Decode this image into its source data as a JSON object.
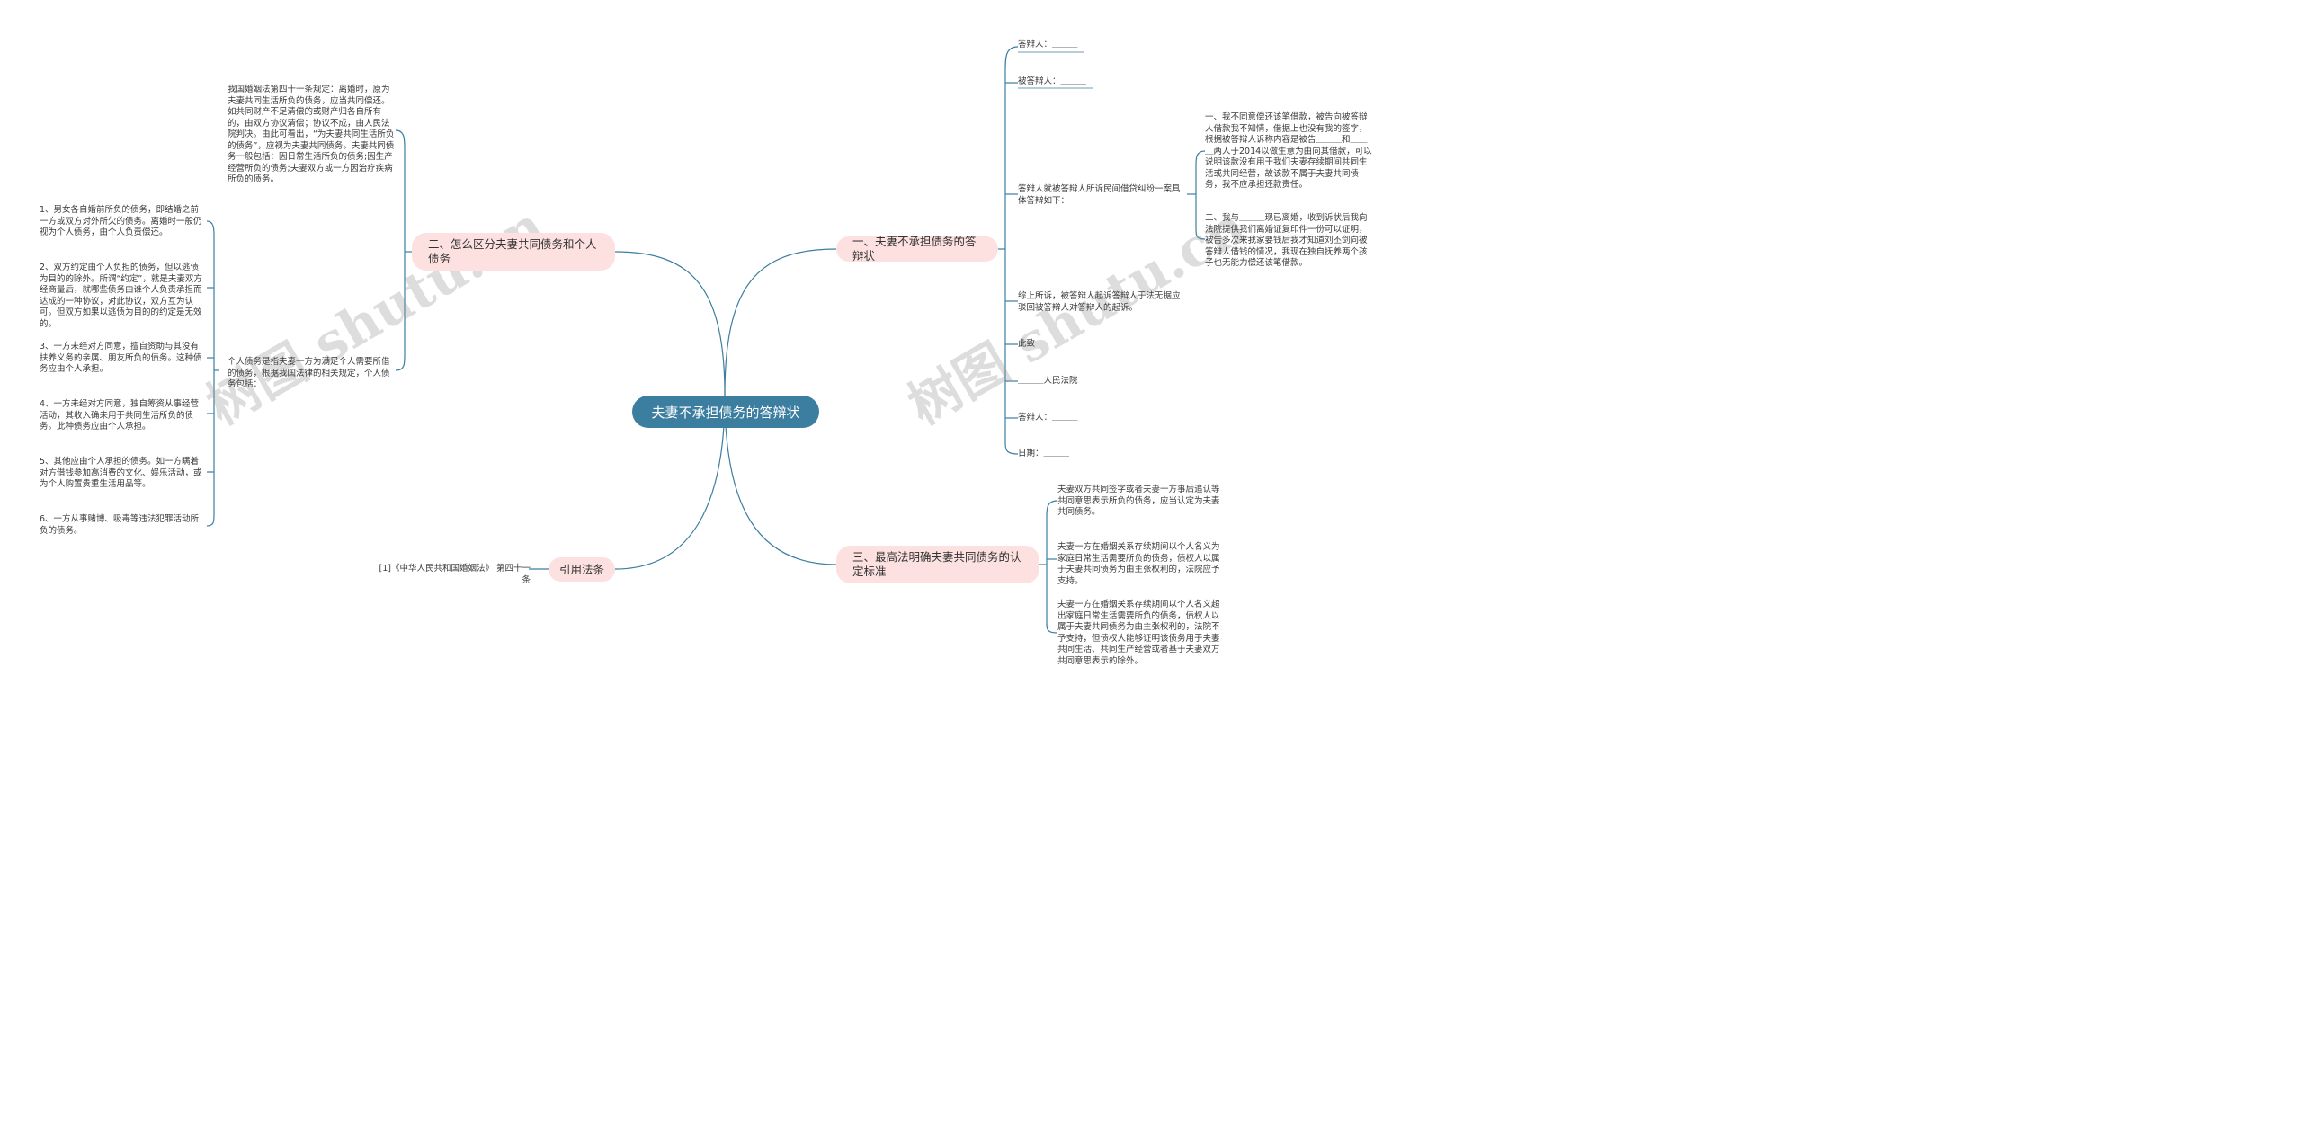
{
  "root": "夫妻不承担债务的答辩状",
  "watermark": "树图 shutu.cn",
  "branches": {
    "b1": {
      "label": "一、夫妻不承担债务的答辩状",
      "items": {
        "respondent": "答辩人：＿＿＿",
        "defendant": "被答辩人：＿＿＿",
        "statement": "答辩人就被答辩人所诉民间借贷纠纷一案具体答辩如下：",
        "points": [
          "一、我不同意偿还该笔借款，被告向被答辩人借款我不知情，借据上也没有我的签字，根据被答辩人诉称内容是被告＿＿＿和＿＿＿两人于2014以做生意为由向其借款，可以说明该款没有用于我们夫妻存续期间共同生活或共同经营，故该款不属于夫妻共同债务，我不应承担还款责任。",
          "二、我与＿＿＿现已离婚，收到诉状后我向法院提供我们离婚证复印件一份可以证明，被告多次来我家要钱后我才知道刘丕剑向被答辩人借钱的情况，我现在独自抚养两个孩子也无能力偿还该笔借款。"
        ],
        "summary": "综上所诉，被答辩人起诉答辩人于法无据应驳回被答辩人对答辩人的起诉。",
        "salute": "此致",
        "court": "＿＿＿人民法院",
        "respondent2": "答辩人：＿＿＿",
        "date": "日期：＿＿＿"
      }
    },
    "b2": {
      "label": "二、怎么区分夫妻共同债务和个人债务",
      "law": "我国婚姻法第四十一条规定：离婚时，原为夫妻共同生活所负的债务，应当共同偿还。如共同财产不足清偿的或财产归各自所有的，由双方协议清偿；协议不成，由人民法院判决。由此可看出，“为夫妻共同生活所负的债务”，应视为夫妻共同债务。夫妻共同债务一般包括：因日常生活所负的债务;因生产经营所负的债务;夫妻双方或一方因治疗疾病所负的债务。",
      "personal": "个人债务是指夫妻一方为满足个人需要所借的债务，根据我国法律的相关规定，个人债务包括：",
      "items": [
        "1、男女各自婚前所负的债务，即结婚之前一方或双方对外所欠的债务。离婚时一般仍视为个人债务，由个人负责偿还。",
        "2、双方约定由个人负担的债务，但以逃债为目的的除外。所谓“约定”，就是夫妻双方经商量后，就哪些债务由谁个人负责承担而达成的一种协议，对此协议，双方互为认可。但双方如果以逃债为目的的约定是无效的。",
        "3、一方未经对方同意，擅自资助与其没有扶养义务的亲属、朋友所负的债务。这种债务应由个人承担。",
        "4、一方未经对方同意，独自筹资从事经营活动，其收入确未用于共同生活所负的债务。此种债务应由个人承担。",
        "5、其他应由个人承担的债务。如一方瞒着对方借钱参加高消费的文化、娱乐活动，或为个人购置贵重生活用品等。",
        "6、一方从事赌博、吸毒等违法犯罪活动所负的债务。"
      ]
    },
    "b3": {
      "label": "三、最高法明确夫妻共同债务的认定标准",
      "items": [
        "夫妻双方共同签字或者夫妻一方事后追认等共同意思表示所负的债务，应当认定为夫妻共同债务。",
        "夫妻一方在婚姻关系存续期间以个人名义为家庭日常生活需要所负的债务，债权人以属于夫妻共同债务为由主张权利的，法院应予支持。",
        "夫妻一方在婚姻关系存续期间以个人名义超出家庭日常生活需要所负的债务，债权人以属于夫妻共同债务为由主张权利的，法院不予支持，但债权人能够证明该债务用于夫妻共同生活、共同生产经营或者基于夫妻双方共同意思表示的除外。"
      ]
    },
    "b4": {
      "label": "引用法条",
      "items": [
        "[1]《中华人民共和国婚姻法》 第四十一条"
      ]
    }
  }
}
